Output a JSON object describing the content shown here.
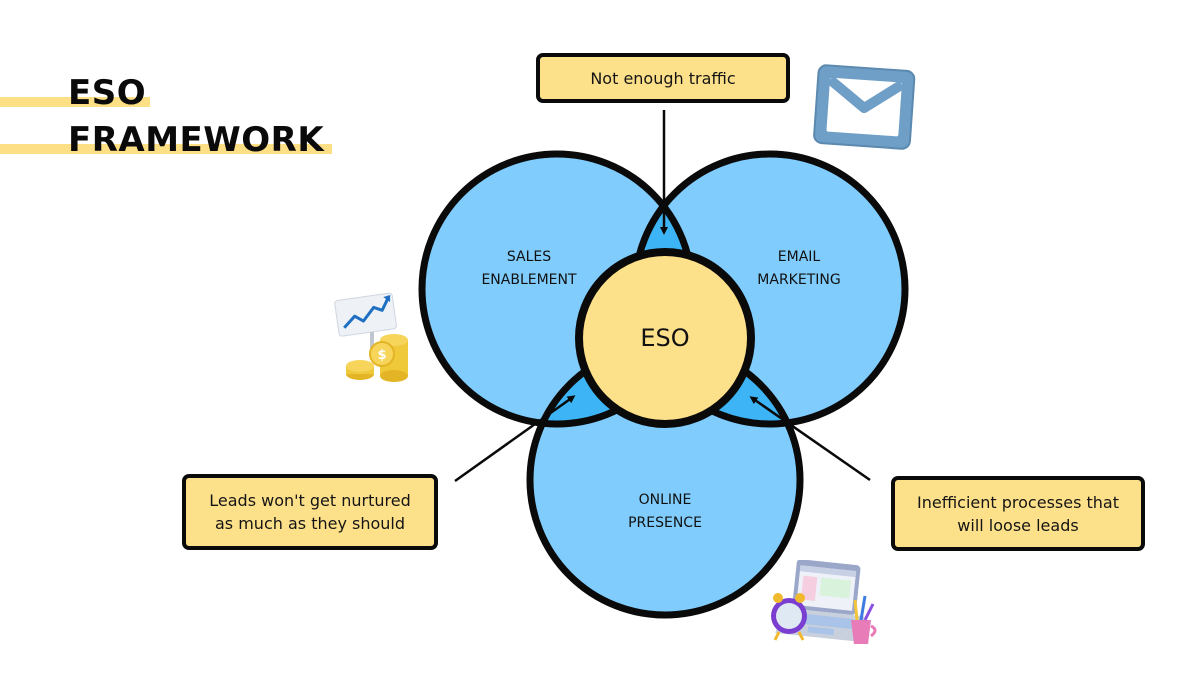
{
  "title": {
    "line1": "ESO",
    "line2": "FRAMEWORK"
  },
  "venn": {
    "circles": [
      {
        "id": "sales",
        "label_lines": [
          "SALES",
          "ENABLEMENT"
        ]
      },
      {
        "id": "email",
        "label_lines": [
          "EMAIL",
          "MARKETING"
        ]
      },
      {
        "id": "online",
        "label_lines": [
          "ONLINE",
          "PRESENCE"
        ]
      }
    ],
    "center_label": "ESO",
    "colors": {
      "circle_fill": "#80ccfd",
      "overlap_fill": "#3db4f5",
      "center_fill": "#fde08a",
      "stroke": "#0a0a0a",
      "highlight": "#fddf85"
    }
  },
  "callouts": {
    "top": "Not enough traffic",
    "left": "Leads won't get nurtured\nas much as they should",
    "right": "Inefficient processes that\nwill loose leads"
  },
  "decorations": {
    "envelope": "envelope-icon",
    "growth_chart_coins": "growth-chart-coins-icon",
    "laptop_clock": "laptop-clock-icon"
  }
}
